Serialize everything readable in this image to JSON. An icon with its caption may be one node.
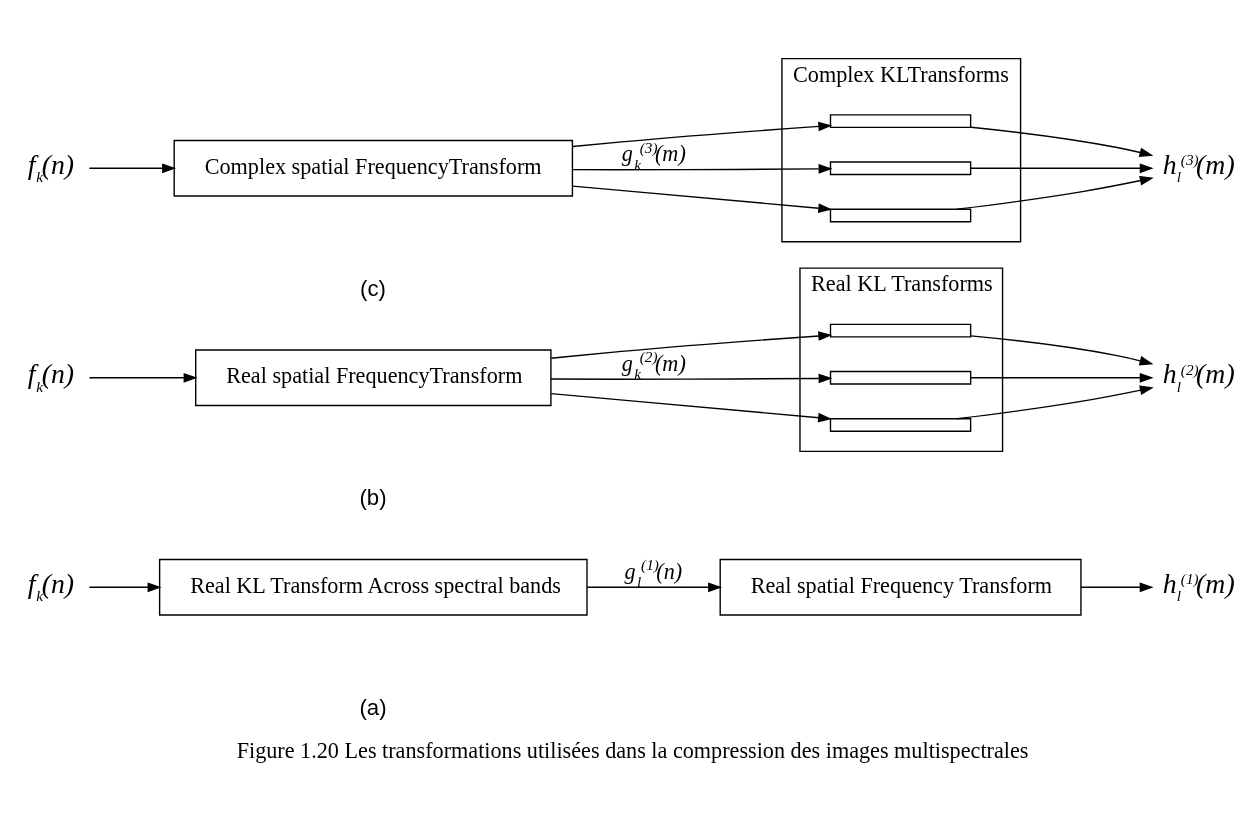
{
  "diagram": {
    "caption": "Figure 1.20 Les transformations utilisées dans la compression des images multispectrales",
    "nodes": [
      {
        "text": [
          "f$_{k}$(n)"
        ]
      },
      {
        "text": [
          "Real KL Transform Across spectral bands"
        ]
      },
      {
        "text": [
          "Real spatial Frequency Transform"
        ]
      },
      {
        "text": [
          "h$_{l}$$^{(1)}$(m)"
        ]
      },
      {
        "text": [
          "f$_{k}$(n)"
        ]
      },
      {
        "text": [
          "Real spatial FrequencyTransform"
        ]
      },
      {
        "text": [
          "Real KL Transforms"
        ]
      },
      {
        "text": [],
        "shape": "bar",
        "in": 6
      },
      {
        "text": [],
        "shape": "bar",
        "in": 6
      },
      {
        "text": [],
        "shape": "bar",
        "in": 6
      },
      {
        "text": [
          "h$_{l}$$^{(2)}$(m)"
        ]
      },
      {
        "text": [
          "f$_{k}$(n)"
        ]
      },
      {
        "text": [
          "Complex spatial FrequencyTransform"
        ]
      },
      {
        "text": [
          "Complex KLTransforms"
        ]
      },
      {
        "text": [],
        "shape": "bar",
        "in": 13
      },
      {
        "text": [],
        "shape": "bar",
        "in": 13
      },
      {
        "text": [],
        "shape": "bar",
        "in": 13
      },
      {
        "text": [
          "h$_{l}$$^{(3)}$(m)"
        ]
      }
    ],
    "edges": [
      {
        "from": 0,
        "to": 1,
        "arrow": "to"
      },
      {
        "from": 1,
        "to": 2,
        "arrow": "to",
        "label": "g$_{l}$$^{(1)}$(n)"
      },
      {
        "from": 2,
        "to": 3,
        "arrow": "to"
      },
      {
        "from": 4,
        "to": 5,
        "arrow": "to"
      },
      {
        "from": 5,
        "to": 7,
        "arrow": "to"
      },
      {
        "from": 5,
        "to": 8,
        "arrow": "to",
        "label": "g$_{k}$$^{(2)}$(m)"
      },
      {
        "from": 5,
        "to": 9,
        "arrow": "to"
      },
      {
        "from": 7,
        "to": 10,
        "arrow": "to"
      },
      {
        "from": 8,
        "to": 10,
        "arrow": "to"
      },
      {
        "from": 9,
        "to": 10,
        "arrow": "to"
      },
      {
        "from": 11,
        "to": 12,
        "arrow": "to"
      },
      {
        "from": 12,
        "to": 14,
        "arrow": "to"
      },
      {
        "from": 12,
        "to": 15,
        "arrow": "to",
        "label": "g$_{k}$$^{(3)}$(m)"
      },
      {
        "from": 12,
        "to": 16,
        "arrow": "to"
      },
      {
        "from": 14,
        "to": 17,
        "arrow": "to"
      },
      {
        "from": 15,
        "to": 17,
        "arrow": "to"
      },
      {
        "from": 16,
        "to": 17,
        "arrow": "to"
      }
    ],
    "labels": [
      "(a)",
      "(b)",
      "(c)"
    ]
  }
}
